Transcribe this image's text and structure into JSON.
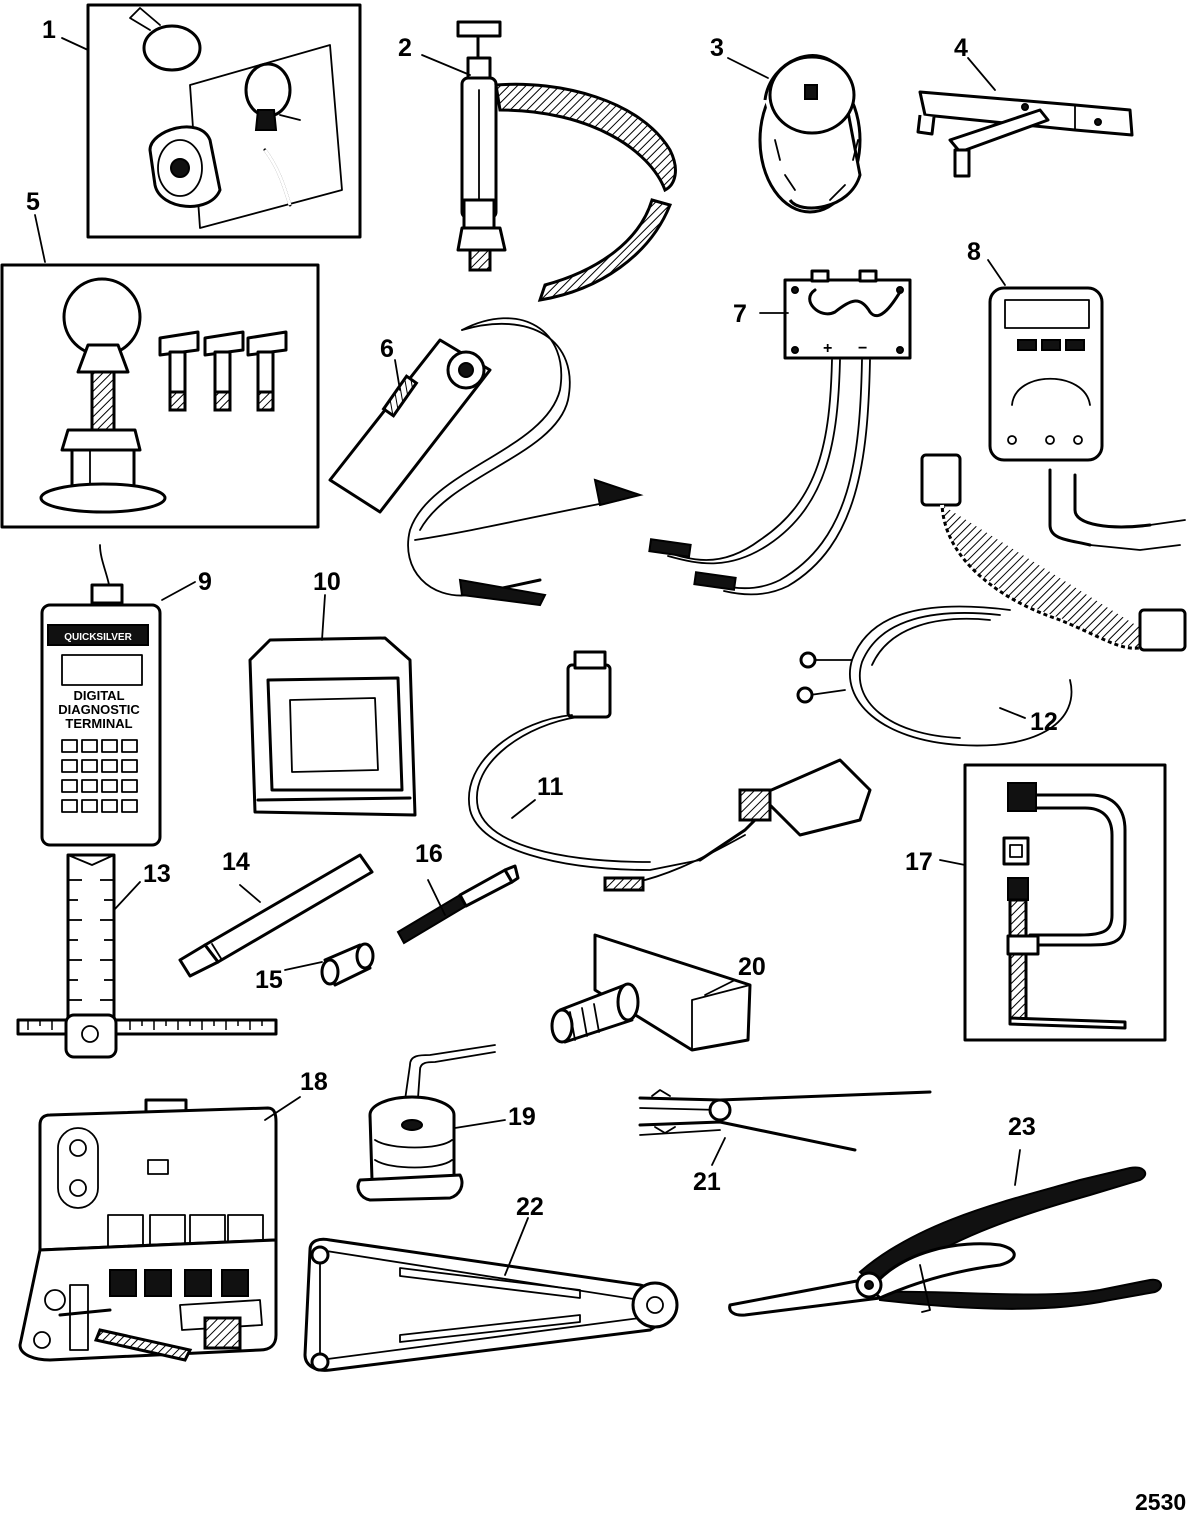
{
  "diagram": {
    "figure_number": "2530",
    "callouts": [
      "1",
      "2",
      "3",
      "4",
      "5",
      "6",
      "7",
      "8",
      "9",
      "10",
      "11",
      "12",
      "13",
      "14",
      "15",
      "16",
      "17",
      "18",
      "19",
      "20",
      "21",
      "22",
      "23"
    ]
  },
  "device_text": {
    "terminal_brand": "QUICKSILVER",
    "terminal_label_1": "DIGITAL",
    "terminal_label_2": "DIAGNOSTIC",
    "terminal_label_3": "TERMINAL",
    "tester_plus": "+",
    "tester_minus": "−"
  },
  "icons": {
    "item_1": "flush-attachment-icon",
    "item_2": "pump-icon",
    "item_3": "filter-wrench-icon",
    "item_4": "wrench-adapter-icon",
    "item_5": "lifting-eye-icon",
    "item_6": "spark-tester-icon",
    "item_7": "test-harness-icon",
    "item_8": "multimeter-icon",
    "item_9": "diagnostic-terminal-icon",
    "item_10": "cartridge-icon",
    "item_11": "adapter-cable-icon",
    "item_12": "harness-cable-icon",
    "item_13": "ruler-gauge-icon",
    "item_14": "driver-rod-icon",
    "item_15": "bushing-icon",
    "item_16": "pin-tool-icon",
    "item_17": "c-clamp-icon",
    "item_18": "tool-kit-case-icon",
    "item_19": "gauge-ring-icon",
    "item_20": "spline-tool-icon",
    "item_21": "pliers-icon",
    "item_22": "spanner-wrench-icon",
    "item_23": "snap-ring-pliers-icon"
  }
}
